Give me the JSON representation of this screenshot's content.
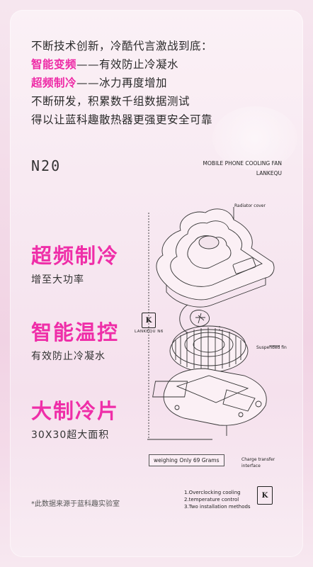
{
  "intro": {
    "line1": "不断技术创新，冷酷代言激战到底：",
    "line2_highlight": "智能变频",
    "line2_rest": "——有效防止冷凝水",
    "line3_highlight": "超频制冷",
    "line3_rest": "——冰力再度增加",
    "line4": "不断研发，积累数千组数据测试",
    "line5": "得以让蓝科趣散热器更强更安全可靠"
  },
  "model": "N20",
  "product": {
    "name_line1": "MOBILE PHONE COOLING FAN",
    "name_line2": "LANKEQU"
  },
  "features": [
    {
      "title": "超频制冷",
      "subtitle": "增至大功率"
    },
    {
      "title": "智能温控",
      "subtitle": "有效防止冷凝水"
    },
    {
      "title": "大制冷片",
      "subtitle": "30X30超大面积"
    }
  ],
  "diagram": {
    "radiator_cover": "Radiator cover",
    "suspended_fin": "Suspended fin",
    "charge_interface_line1": "Charge transfer",
    "charge_interface_line2": "interface",
    "weight_badge": "weighing Only 69 Grams",
    "logo_caption": "LANKEQU N6",
    "logo_mark": "K"
  },
  "footnote": "*此数据来源于蓝科趣实验室",
  "bullets": [
    "1.Overclocking cooling",
    "2.temperature control",
    "3.Two installation methods"
  ],
  "colors": {
    "accent": "#ee2aa6",
    "background": "#f5e1ed"
  }
}
